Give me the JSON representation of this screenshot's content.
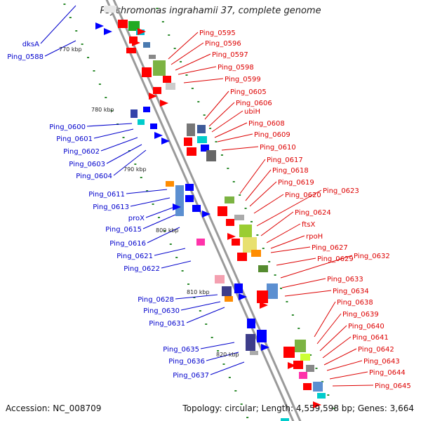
{
  "title": "Psychromonas ingrahamii 37, complete genome",
  "footer": {
    "accession": "Accession: NC_008709",
    "topology": "Topology: circular; Length: 4,559,598 bp; Genes: 3,664"
  },
  "colors": {
    "backbone": "#9a9a9a",
    "tick_dot": "#2e8b2e",
    "left_label": "#0000cc",
    "right_label": "#dd0000"
  },
  "scale_labels": [
    "770 kbp",
    "780 kbp",
    "790 kbp",
    "800 kbp",
    "810 kbp",
    "820 kbp"
  ],
  "left_labels": [
    "dksA",
    "Ping_0588",
    "Ping_0600",
    "Ping_0601",
    "Ping_0602",
    "Ping_0603",
    "Ping_0604",
    "Ping_0611",
    "Ping_0613",
    "proX",
    "Ping_0615",
    "Ping_0616",
    "Ping_0621",
    "Ping_0622",
    "Ping_0628",
    "Ping_0630",
    "Ping_0631",
    "Ping_0635",
    "Ping_0636",
    "Ping_0637"
  ],
  "right_labels": [
    "Ping_0595",
    "Ping_0596",
    "Ping_0597",
    "Ping_0598",
    "Ping_0599",
    "Ping_0605",
    "Ping_0606",
    "ubiH",
    "Ping_0608",
    "Ping_0609",
    "Ping_0610",
    "Ping_0617",
    "Ping_0618",
    "Ping_0619",
    "Ping_0620",
    "Ping_0623",
    "Ping_0624",
    "ftsX",
    "rpoH",
    "Ping_0627",
    "Ping_0629",
    "Ping_0632",
    "Ping_0633",
    "Ping_0634",
    "Ping_0638",
    "Ping_0639",
    "Ping_0640",
    "Ping_0641",
    "Ping_0642",
    "Ping_0643",
    "Ping_0644",
    "Ping_0645"
  ]
}
